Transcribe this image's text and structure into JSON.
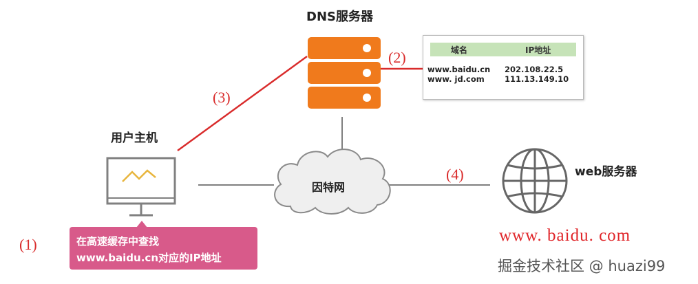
{
  "dns_server": {
    "title": "DNS服务器"
  },
  "dns_table": {
    "headers": [
      "域名",
      "IP地址"
    ],
    "rows": [
      {
        "domain": "www.baidu.cn",
        "ip": "202.108.22.5"
      },
      {
        "domain": "www. jd.com",
        "ip": "111.13.149.10"
      }
    ]
  },
  "user_host": {
    "title": "用户主机"
  },
  "internet": {
    "label": "因特网"
  },
  "web_server": {
    "title": "web服务器",
    "url": "www. baidu. com"
  },
  "steps": [
    "(1)",
    "(2)",
    "(3)",
    "(4)"
  ],
  "callout": {
    "line1": "在高速缓存中查找",
    "line2": "www.baidu.cn对应的IP地址"
  },
  "watermark": "掘金技术社区 @ huazi99",
  "colors": {
    "server": "#f07a1c",
    "highlight_line": "#d92b2b",
    "link_line": "#7f7f7f",
    "icon_gray": "#808080",
    "callout_bg": "#d85a8a",
    "table_header": "#c6e3b8",
    "monitor_wave": "#e8b53c"
  }
}
